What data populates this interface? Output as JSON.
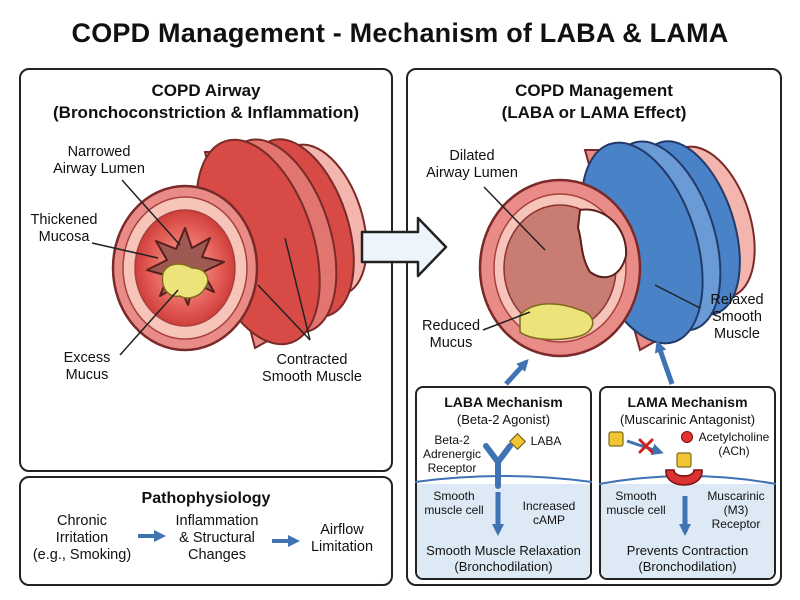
{
  "title": "COPD Management - Mechanism of LABA & LAMA",
  "left_panel": {
    "title_line1": "COPD Airway",
    "title_line2": "(Bronchoconstriction & Inflammation)",
    "labels": {
      "narrowed_1": "Narrowed",
      "narrowed_2": "Airway Lumen",
      "thickened_1": "Thickened",
      "thickened_2": "Mucosa",
      "excess_1": "Excess",
      "excess_2": "Mucus",
      "contracted_1": "Contracted",
      "contracted_2": "Smooth Muscle"
    }
  },
  "pathophysiology": {
    "title": "Pathophysiology",
    "step1_1": "Chronic",
    "step1_2": "Irritation",
    "step1_3": "(e.g., Smoking)",
    "step2_1": "Inflammation",
    "step2_2": "& Structural",
    "step2_3": "Changes",
    "step3_1": "Airflow",
    "step3_2": "Limitation"
  },
  "right_panel": {
    "title_line1": "COPD Management",
    "title_line2": "(LABA or LAMA Effect)",
    "labels": {
      "dilated_1": "Dilated",
      "dilated_2": "Airway Lumen",
      "relaxed_1": "Relaxed",
      "relaxed_2": "Smooth",
      "relaxed_3": "Muscle",
      "reduced_1": "Reduced",
      "reduced_2": "Mucus"
    }
  },
  "laba": {
    "title": "LABA Mechanism",
    "subtitle": "(Beta-2 Agonist)",
    "receptor_1": "Beta-2",
    "receptor_2": "Adrenergic",
    "receptor_3": "Receptor",
    "drug": "LABA",
    "cell_1": "Smooth",
    "cell_2": "muscle cell",
    "camp_1": "Increased",
    "camp_2": "cAMP",
    "result_1": "Smooth Muscle Relaxation",
    "result_2": "(Bronchodilation)"
  },
  "lama": {
    "title": "LAMA Mechanism",
    "subtitle": "(Muscarinic Antagonist)",
    "ach_1": "Acetylcholine",
    "ach_2": "(ACh)",
    "cell_1": "Smooth",
    "cell_2": "muscle cell",
    "receptor_1": "Muscarinic",
    "receptor_2": "(M3)",
    "receptor_3": "Receptor",
    "result_1": "Prevents Contraction",
    "result_2": "(Bronchodilation)"
  },
  "colors": {
    "tissue": "#e98b86",
    "tissue_dark": "#cf4b49",
    "tissue_light": "#f6c4b8",
    "muscle_relaxed": "#4a82c7",
    "mucus": "#ede37b",
    "arrow_fill": "#e9f1fb",
    "arrow_blue": "#3f73b4",
    "cell_bg": "#dde9f5",
    "ligand": "#f2c535",
    "ach": "#e3342f",
    "block": "#cc2222"
  }
}
